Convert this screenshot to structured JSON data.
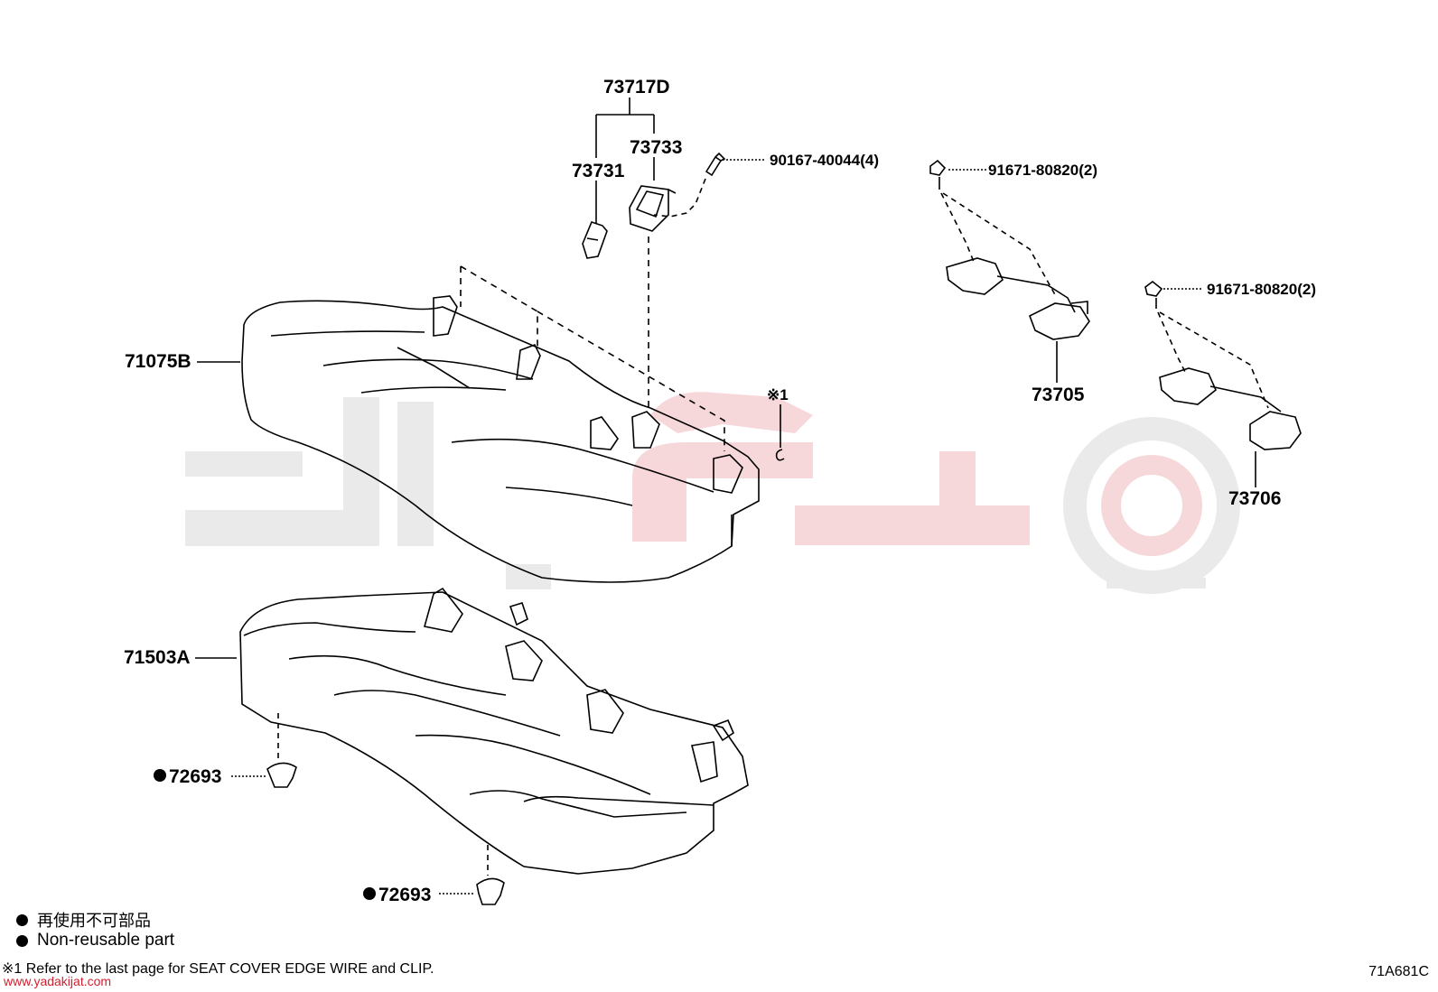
{
  "diagram": {
    "parts": {
      "p73717D": "73717D",
      "p73733": "73733",
      "p73731": "73731",
      "p90167": "90167-40044(4)",
      "p91671a": "91671-80820(2)",
      "p91671b": "91671-80820(2)",
      "p73705": "73705",
      "p73706": "73706",
      "p71075B": "71075B",
      "p71503A": "71503A",
      "p72693a": "72693",
      "p72693b": "72693",
      "note_ref": "※1"
    },
    "legend": {
      "jp": "再使用不可部品",
      "en": "Non-reusable part"
    },
    "footnote": "※1 Refer to the last page for SEAT COVER EDGE WIRE and CLIP.",
    "drawing_code": "71A681C",
    "watermark_url": "www.yadakijat.com",
    "colors": {
      "line": "#000000",
      "watermark_gray": "#e6e6e6",
      "watermark_red": "#f3c9cc"
    }
  }
}
